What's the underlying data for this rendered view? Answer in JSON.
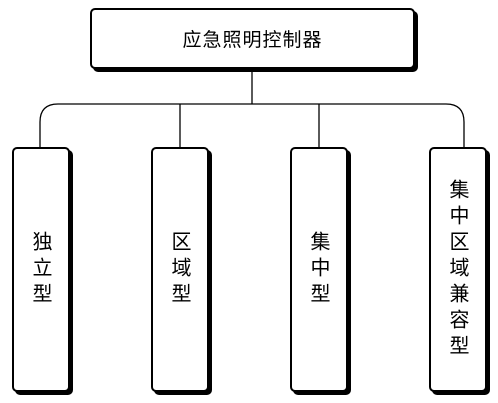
{
  "root": {
    "label": "应急照明控制器"
  },
  "children": [
    {
      "label": "独立型"
    },
    {
      "label": "区域型"
    },
    {
      "label": "集中型"
    },
    {
      "label": "集中区域兼容型"
    }
  ],
  "colors": {
    "line": "#000000",
    "box_border": "#000000",
    "background": "#ffffff"
  }
}
